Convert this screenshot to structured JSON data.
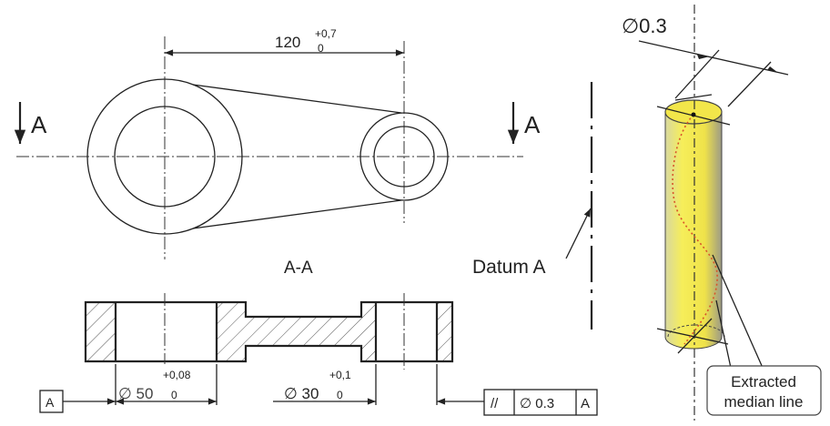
{
  "top_view": {
    "dimension": "120",
    "tol_upper": "+0,7",
    "tol_lower": "0",
    "section_left": "A",
    "section_right": "A"
  },
  "section": {
    "title": "A-A",
    "dim1": "∅ 50",
    "dim1_tol_upper": "+0,08",
    "dim1_tol_lower": "0",
    "dim2": "∅ 30",
    "dim2_tol_upper": "+0,1",
    "dim2_tol_lower": "0",
    "datum_box": "A",
    "fcf": {
      "symbol": "//",
      "tolerance": "∅  0.3",
      "datum": "A"
    }
  },
  "datum_label": "Datum A",
  "cylinder": {
    "tolerance": "∅0.3",
    "callout_line1": "Extracted",
    "callout_line2": "median line",
    "fill_color": "#f2e64a",
    "median_color": "#d9532a"
  }
}
